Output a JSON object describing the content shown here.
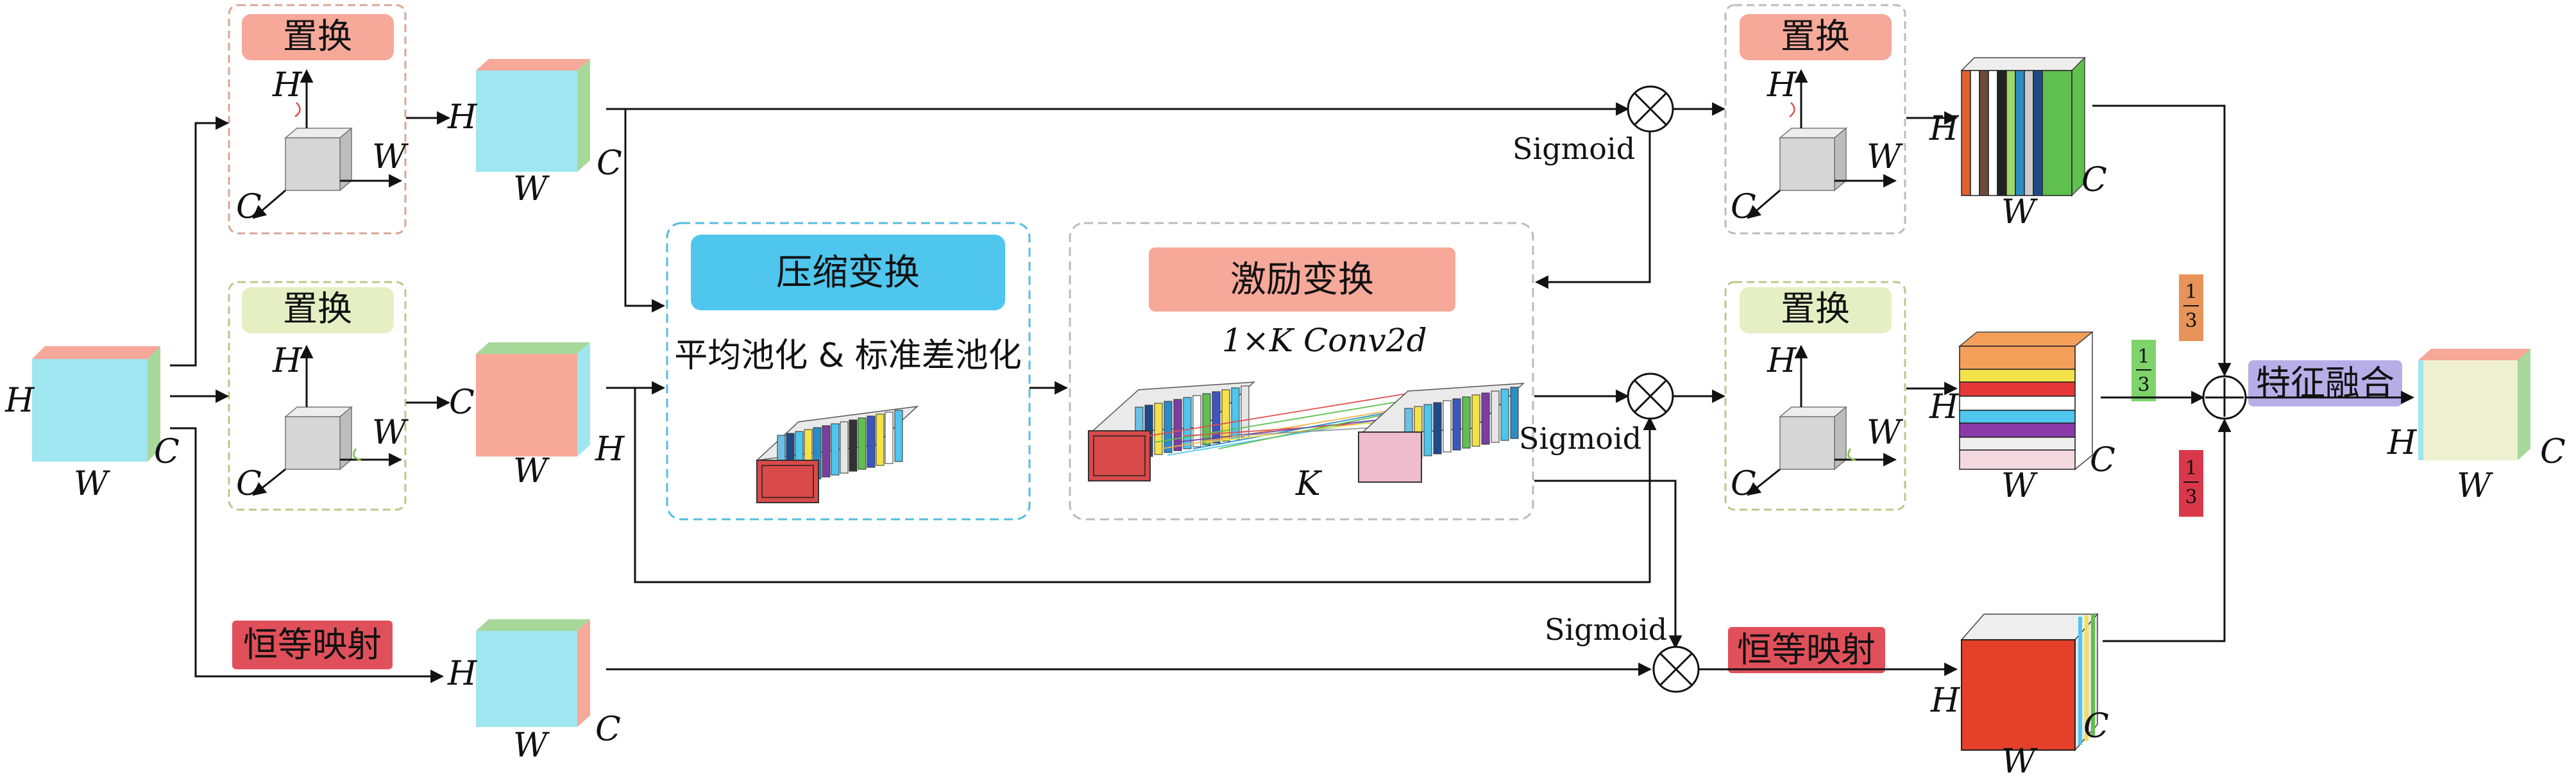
{
  "labels": {
    "transpose": "置换",
    "identity": "恒等映射",
    "squeeze": "压缩变换",
    "excite": "激励变换",
    "pooling": "平均池化 & 标准差池化",
    "conv": "1×K Conv2d",
    "k": "K",
    "sigmoid": "Sigmoid",
    "fusion": "特征融合",
    "H": "H",
    "W": "W",
    "C": "C",
    "frac_num": "1",
    "frac_den": "3"
  },
  "colors": {
    "cube_cyan": "#9fe6f0",
    "cube_salmon": "#f6a899",
    "cube_green": "#a6d89a",
    "cube_cream": "#eef0cf",
    "badge_transpose_1": "#f6a899",
    "badge_transpose_2": "#e6efc4",
    "badge_identity": "#e0505a",
    "badge_squeeze": "#4ec6ee",
    "badge_excite": "#f6a899",
    "badge_fusion": "#b7aee8",
    "frac_orange": "#e8935a",
    "frac_green": "#7fd36b",
    "frac_red": "#d9384a",
    "box_orange_dash": "#d9a596",
    "box_green_dash": "#b7c98b",
    "box_blue_dash": "#54bde0",
    "box_gray_dash": "#bbbbbb"
  }
}
